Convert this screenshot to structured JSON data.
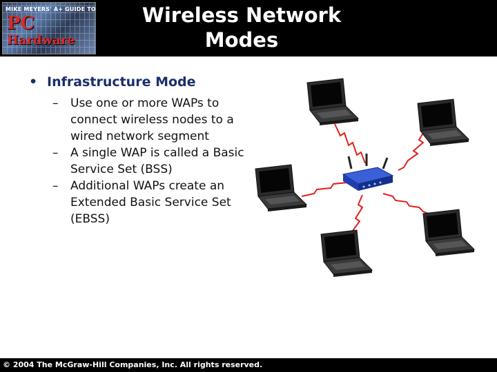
{
  "header": {
    "logo": {
      "top_text": "MIKE MEYERS' A+ GUIDE TO",
      "line1": "PC",
      "line2": "Hardware"
    },
    "title_line1": "Wireless Network",
    "title_line2": "Modes"
  },
  "content": {
    "bullet_symbol": "•",
    "bullet": "Infrastructure Mode",
    "dash_symbol": "–",
    "subbullets": [
      "Use one or more WAPs to connect wireless nodes to a wired network segment",
      "A single WAP is called a Basic Service Set (BSS)",
      "Additional WAPs create an Extended Basic Service Set (EBSS)"
    ]
  },
  "diagram": {
    "nodes": [
      "laptop",
      "laptop",
      "laptop",
      "laptop",
      "laptop"
    ],
    "center": "wireless-access-point",
    "colors": {
      "signal": "#e0201c",
      "router": "#1f3fae",
      "laptop_body": "#2b2b2b",
      "screen": "#050505"
    }
  },
  "footer": {
    "copyright": "© 2004 The McGraw-Hill Companies, Inc. All rights reserved."
  }
}
